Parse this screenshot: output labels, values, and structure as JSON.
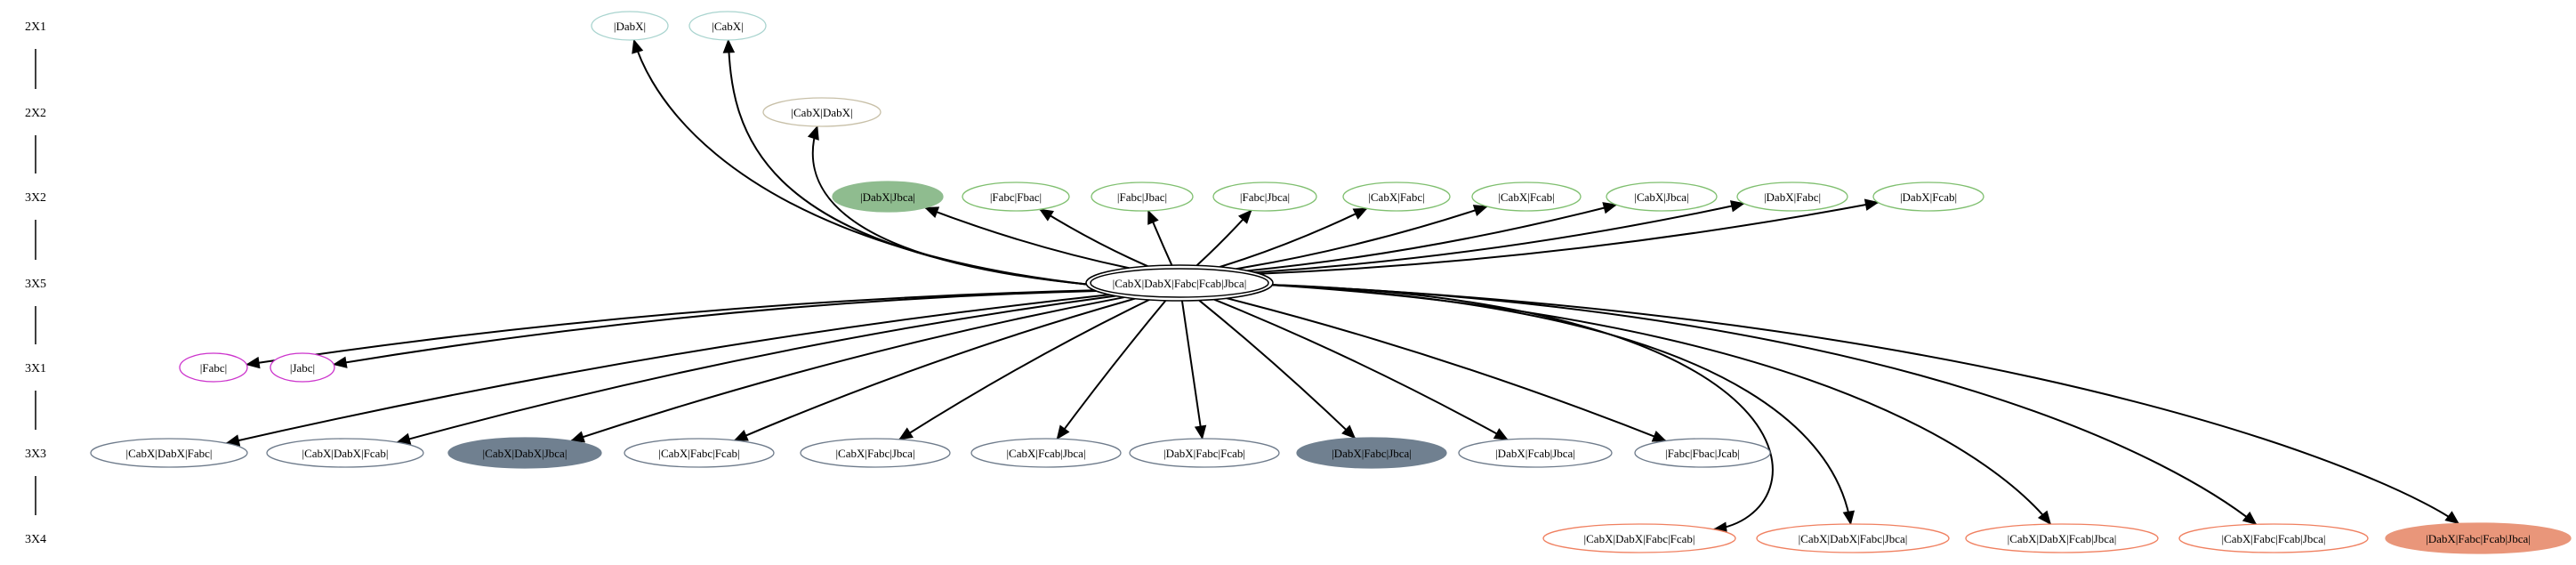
{
  "ranks": [
    {
      "key": "r1",
      "label": "2X1"
    },
    {
      "key": "r2",
      "label": "2X2"
    },
    {
      "key": "r3",
      "label": "3X2"
    },
    {
      "key": "r4",
      "label": "3X5"
    },
    {
      "key": "r5",
      "label": "3X1"
    },
    {
      "key": "r6",
      "label": "3X3"
    },
    {
      "key": "r7",
      "label": "3X4"
    }
  ],
  "center": {
    "id": "c",
    "label": "|CabX|DabX|Fabc|Fcab|Jbca|",
    "stroke": "#000000"
  },
  "nodes": [
    {
      "id": "n1",
      "rank": "r1",
      "label": "|DabX|",
      "stroke": "#a9d4cf",
      "fill": "none"
    },
    {
      "id": "n2",
      "rank": "r1",
      "label": "|CabX|",
      "stroke": "#a9d4cf",
      "fill": "none"
    },
    {
      "id": "n3",
      "rank": "r2",
      "label": "|CabX|DabX|",
      "stroke": "#c8c0a8",
      "fill": "none"
    },
    {
      "id": "n4",
      "rank": "r3",
      "label": "|DabX|Jbca|",
      "stroke": "#8fbc8f",
      "fill": "#8fbc8f"
    },
    {
      "id": "n5",
      "rank": "r3",
      "label": "|Fabc|Fbac|",
      "stroke": "#7fbf6f",
      "fill": "none"
    },
    {
      "id": "n6",
      "rank": "r3",
      "label": "|Fabc|Jbac|",
      "stroke": "#7fbf6f",
      "fill": "none"
    },
    {
      "id": "n7",
      "rank": "r3",
      "label": "|Fabc|Jbca|",
      "stroke": "#7fbf6f",
      "fill": "none"
    },
    {
      "id": "n8",
      "rank": "r3",
      "label": "|CabX|Fabc|",
      "stroke": "#7fbf6f",
      "fill": "none"
    },
    {
      "id": "n9",
      "rank": "r3",
      "label": "|CabX|Fcab|",
      "stroke": "#7fbf6f",
      "fill": "none"
    },
    {
      "id": "n10",
      "rank": "r3",
      "label": "|CabX|Jbca|",
      "stroke": "#7fbf6f",
      "fill": "none"
    },
    {
      "id": "n11",
      "rank": "r3",
      "label": "|DabX|Fabc|",
      "stroke": "#7fbf6f",
      "fill": "none"
    },
    {
      "id": "n12",
      "rank": "r3",
      "label": "|DabX|Fcab|",
      "stroke": "#7fbf6f",
      "fill": "none"
    },
    {
      "id": "n13",
      "rank": "r5",
      "label": "|Fabc|",
      "stroke": "#cc33cc",
      "fill": "none"
    },
    {
      "id": "n14",
      "rank": "r5",
      "label": "|Jabc|",
      "stroke": "#cc33cc",
      "fill": "none"
    },
    {
      "id": "n15",
      "rank": "r6",
      "label": "|CabX|DabX|Fabc|",
      "stroke": "#6e7b8b",
      "fill": "none"
    },
    {
      "id": "n16",
      "rank": "r6",
      "label": "|CabX|DabX|Fcab|",
      "stroke": "#6e7b8b",
      "fill": "none"
    },
    {
      "id": "n17",
      "rank": "r6",
      "label": "|CabX|DabX|Jbca|",
      "stroke": "#708090",
      "fill": "#708090"
    },
    {
      "id": "n18",
      "rank": "r6",
      "label": "|CabX|Fabc|Fcab|",
      "stroke": "#6e7b8b",
      "fill": "none"
    },
    {
      "id": "n19",
      "rank": "r6",
      "label": "|CabX|Fabc|Jbca|",
      "stroke": "#6e7b8b",
      "fill": "none"
    },
    {
      "id": "n20",
      "rank": "r6",
      "label": "|CabX|Fcab|Jbca|",
      "stroke": "#6e7b8b",
      "fill": "none"
    },
    {
      "id": "n21",
      "rank": "r6",
      "label": "|DabX|Fabc|Fcab|",
      "stroke": "#6e7b8b",
      "fill": "none"
    },
    {
      "id": "n22",
      "rank": "r6",
      "label": "|DabX|Fabc|Jbca|",
      "stroke": "#708090",
      "fill": "#708090"
    },
    {
      "id": "n23",
      "rank": "r6",
      "label": "|DabX|Fcab|Jbca|",
      "stroke": "#6e7b8b",
      "fill": "none"
    },
    {
      "id": "n24",
      "rank": "r6",
      "label": "|Fabc|Fbac|Jcab|",
      "stroke": "#6e7b8b",
      "fill": "none"
    },
    {
      "id": "n25",
      "rank": "r7",
      "label": "|CabX|DabX|Fabc|Fcab|",
      "stroke": "#f08060",
      "fill": "none"
    },
    {
      "id": "n26",
      "rank": "r7",
      "label": "|CabX|DabX|Fabc|Jbca|",
      "stroke": "#f08060",
      "fill": "none"
    },
    {
      "id": "n27",
      "rank": "r7",
      "label": "|CabX|DabX|Fcab|Jbca|",
      "stroke": "#f08060",
      "fill": "none"
    },
    {
      "id": "n28",
      "rank": "r7",
      "label": "|CabX|Fabc|Fcab|Jbca|",
      "stroke": "#f08060",
      "fill": "none"
    },
    {
      "id": "n29",
      "rank": "r7",
      "label": "|DabX|Fabc|Fcab|Jbca|",
      "stroke": "#e9967a",
      "fill": "#e9967a"
    }
  ],
  "edges": [
    [
      "c",
      "n1"
    ],
    [
      "c",
      "n2"
    ],
    [
      "c",
      "n3"
    ],
    [
      "c",
      "n4"
    ],
    [
      "c",
      "n5"
    ],
    [
      "c",
      "n6"
    ],
    [
      "c",
      "n7"
    ],
    [
      "c",
      "n8"
    ],
    [
      "c",
      "n9"
    ],
    [
      "c",
      "n10"
    ],
    [
      "c",
      "n11"
    ],
    [
      "c",
      "n12"
    ],
    [
      "c",
      "n13"
    ],
    [
      "c",
      "n14"
    ],
    [
      "c",
      "n15"
    ],
    [
      "c",
      "n16"
    ],
    [
      "c",
      "n17"
    ],
    [
      "c",
      "n18"
    ],
    [
      "c",
      "n19"
    ],
    [
      "c",
      "n20"
    ],
    [
      "c",
      "n21"
    ],
    [
      "c",
      "n22"
    ],
    [
      "c",
      "n23"
    ],
    [
      "c",
      "n24"
    ],
    [
      "c",
      "n25"
    ],
    [
      "c",
      "n26"
    ],
    [
      "c",
      "n27"
    ],
    [
      "c",
      "n28"
    ],
    [
      "c",
      "n29"
    ]
  ]
}
